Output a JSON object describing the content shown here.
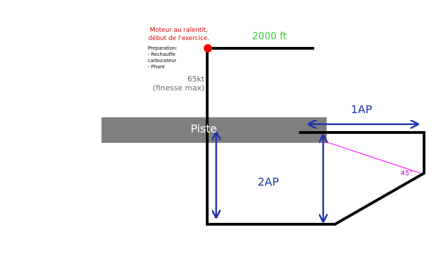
{
  "diagram": {
    "start_note": "Moteur au ralentit, début de l'exercice.",
    "preparation_title": "Preparation:",
    "preparation_items": [
      "- Rechauffe",
      "carburateur",
      "- Phare"
    ],
    "altitude": "2000 ft",
    "speed": "65kt",
    "speed_note": "(finesse max)",
    "runway": "Piste",
    "dimension_1": "1AP",
    "dimension_2": "2AP",
    "angle": "45°"
  },
  "colors": {
    "path": "#000000",
    "start_point": "#ff0000",
    "runway": "#7f7f7f",
    "dimension_arrows": "#2233aa",
    "angle_line": "#ff00ff",
    "altitude_text": "#33cc33"
  }
}
